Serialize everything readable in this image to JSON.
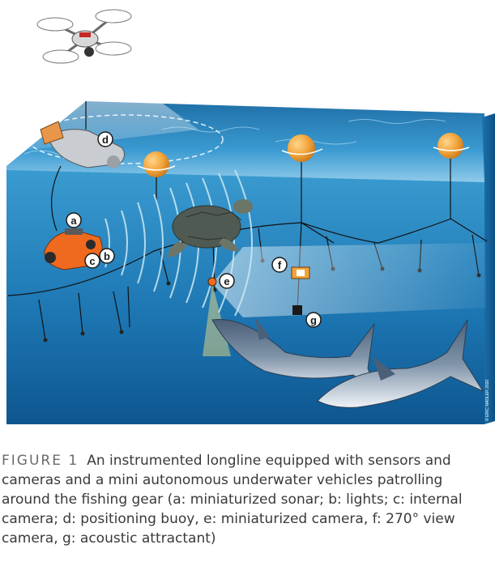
{
  "labels": {
    "a": "a",
    "b": "b",
    "c": "c",
    "d": "d",
    "e": "e",
    "f": "f",
    "g": "g"
  },
  "copyright": "© ERIC NADLER 2020",
  "caption": {
    "figure_label": "FIGURE 1",
    "text": "An instrumented longline equipped with sensors and cameras and a mini autonomous underwater vehicles patrolling around the fishing gear (a: miniaturized sonar; b: lights; c: internal camera; d: positioning buoy, e: miniaturized camera, f: 270° view camera, g: acoustic attractant)"
  },
  "colors": {
    "water_top": "#2b8fc4",
    "water_deep": "#0f5d97",
    "buoy": "#f2a33a",
    "auv": "#ef6a1e"
  }
}
